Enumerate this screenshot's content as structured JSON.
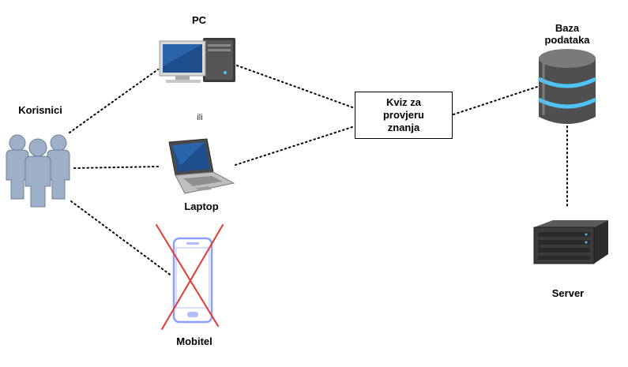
{
  "labels": {
    "users": "Korisnici",
    "pc": "PC",
    "or": "ili",
    "laptop": "Laptop",
    "mobile": "Mobitel",
    "quiz_line1": "Kviz za",
    "quiz_line2": "provjeru",
    "quiz_line3": "znanja",
    "db_line1": "Baza",
    "db_line2": "podataka",
    "server": "Server"
  },
  "icons": {
    "users": "users-group-icon",
    "pc": "desktop-pc-icon",
    "laptop": "laptop-icon",
    "mobile": "smartphone-icon",
    "mobile_cross": "red-x-icon",
    "database": "database-icon",
    "server": "rack-server-icon"
  },
  "colors": {
    "connector": "#000000",
    "cross": "#e53935",
    "user_icon": "#9db0c8",
    "phone_frame": "#8c9eff",
    "db_ring": "#4fc3f7"
  }
}
